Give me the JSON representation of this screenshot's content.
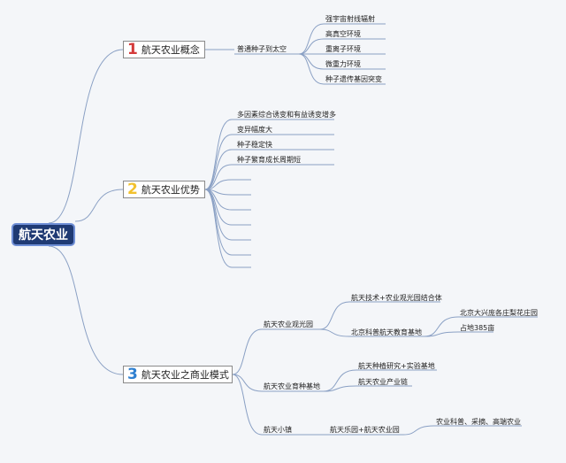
{
  "root": {
    "label": "航天农业"
  },
  "branches": [
    {
      "num": "1",
      "num_color": "#d43a3a",
      "label": "航天农业概念",
      "sub": {
        "label": "普通种子到太空",
        "leaves": [
          "强宇宙射线辐射",
          "高真空环境",
          "重离子环境",
          "微重力环境",
          "种子遗传基因突变"
        ]
      }
    },
    {
      "num": "2",
      "num_color": "#f2c12e",
      "label": "航天农业优势",
      "leaves": [
        "多因素综合诱变和有益诱变增多",
        "变异幅度大",
        "种子稳定快",
        "种子繁育成长周期短"
      ]
    },
    {
      "num": "3",
      "num_color": "#2f80d1",
      "label": "航天农业之商业模式",
      "models": [
        {
          "label": "航天农业观光园",
          "items": [
            "航天技术+农业观光园结合体",
            "北京科普航天教育基地"
          ],
          "leaves": [
            "北京大兴庞各庄梨花庄园",
            "占地385亩"
          ]
        },
        {
          "label": "航天农业育种基地",
          "items": [
            "航天种植研究+实验基地",
            "航天农业产业链"
          ]
        },
        {
          "label": "航天小镇",
          "items": [
            "航天乐园+航天农业园"
          ],
          "leaves": [
            "农业科普、采摘、高端农业"
          ]
        }
      ]
    }
  ],
  "colors": {
    "line": "#8aa0c4",
    "root_bg": "#1f3a73"
  }
}
